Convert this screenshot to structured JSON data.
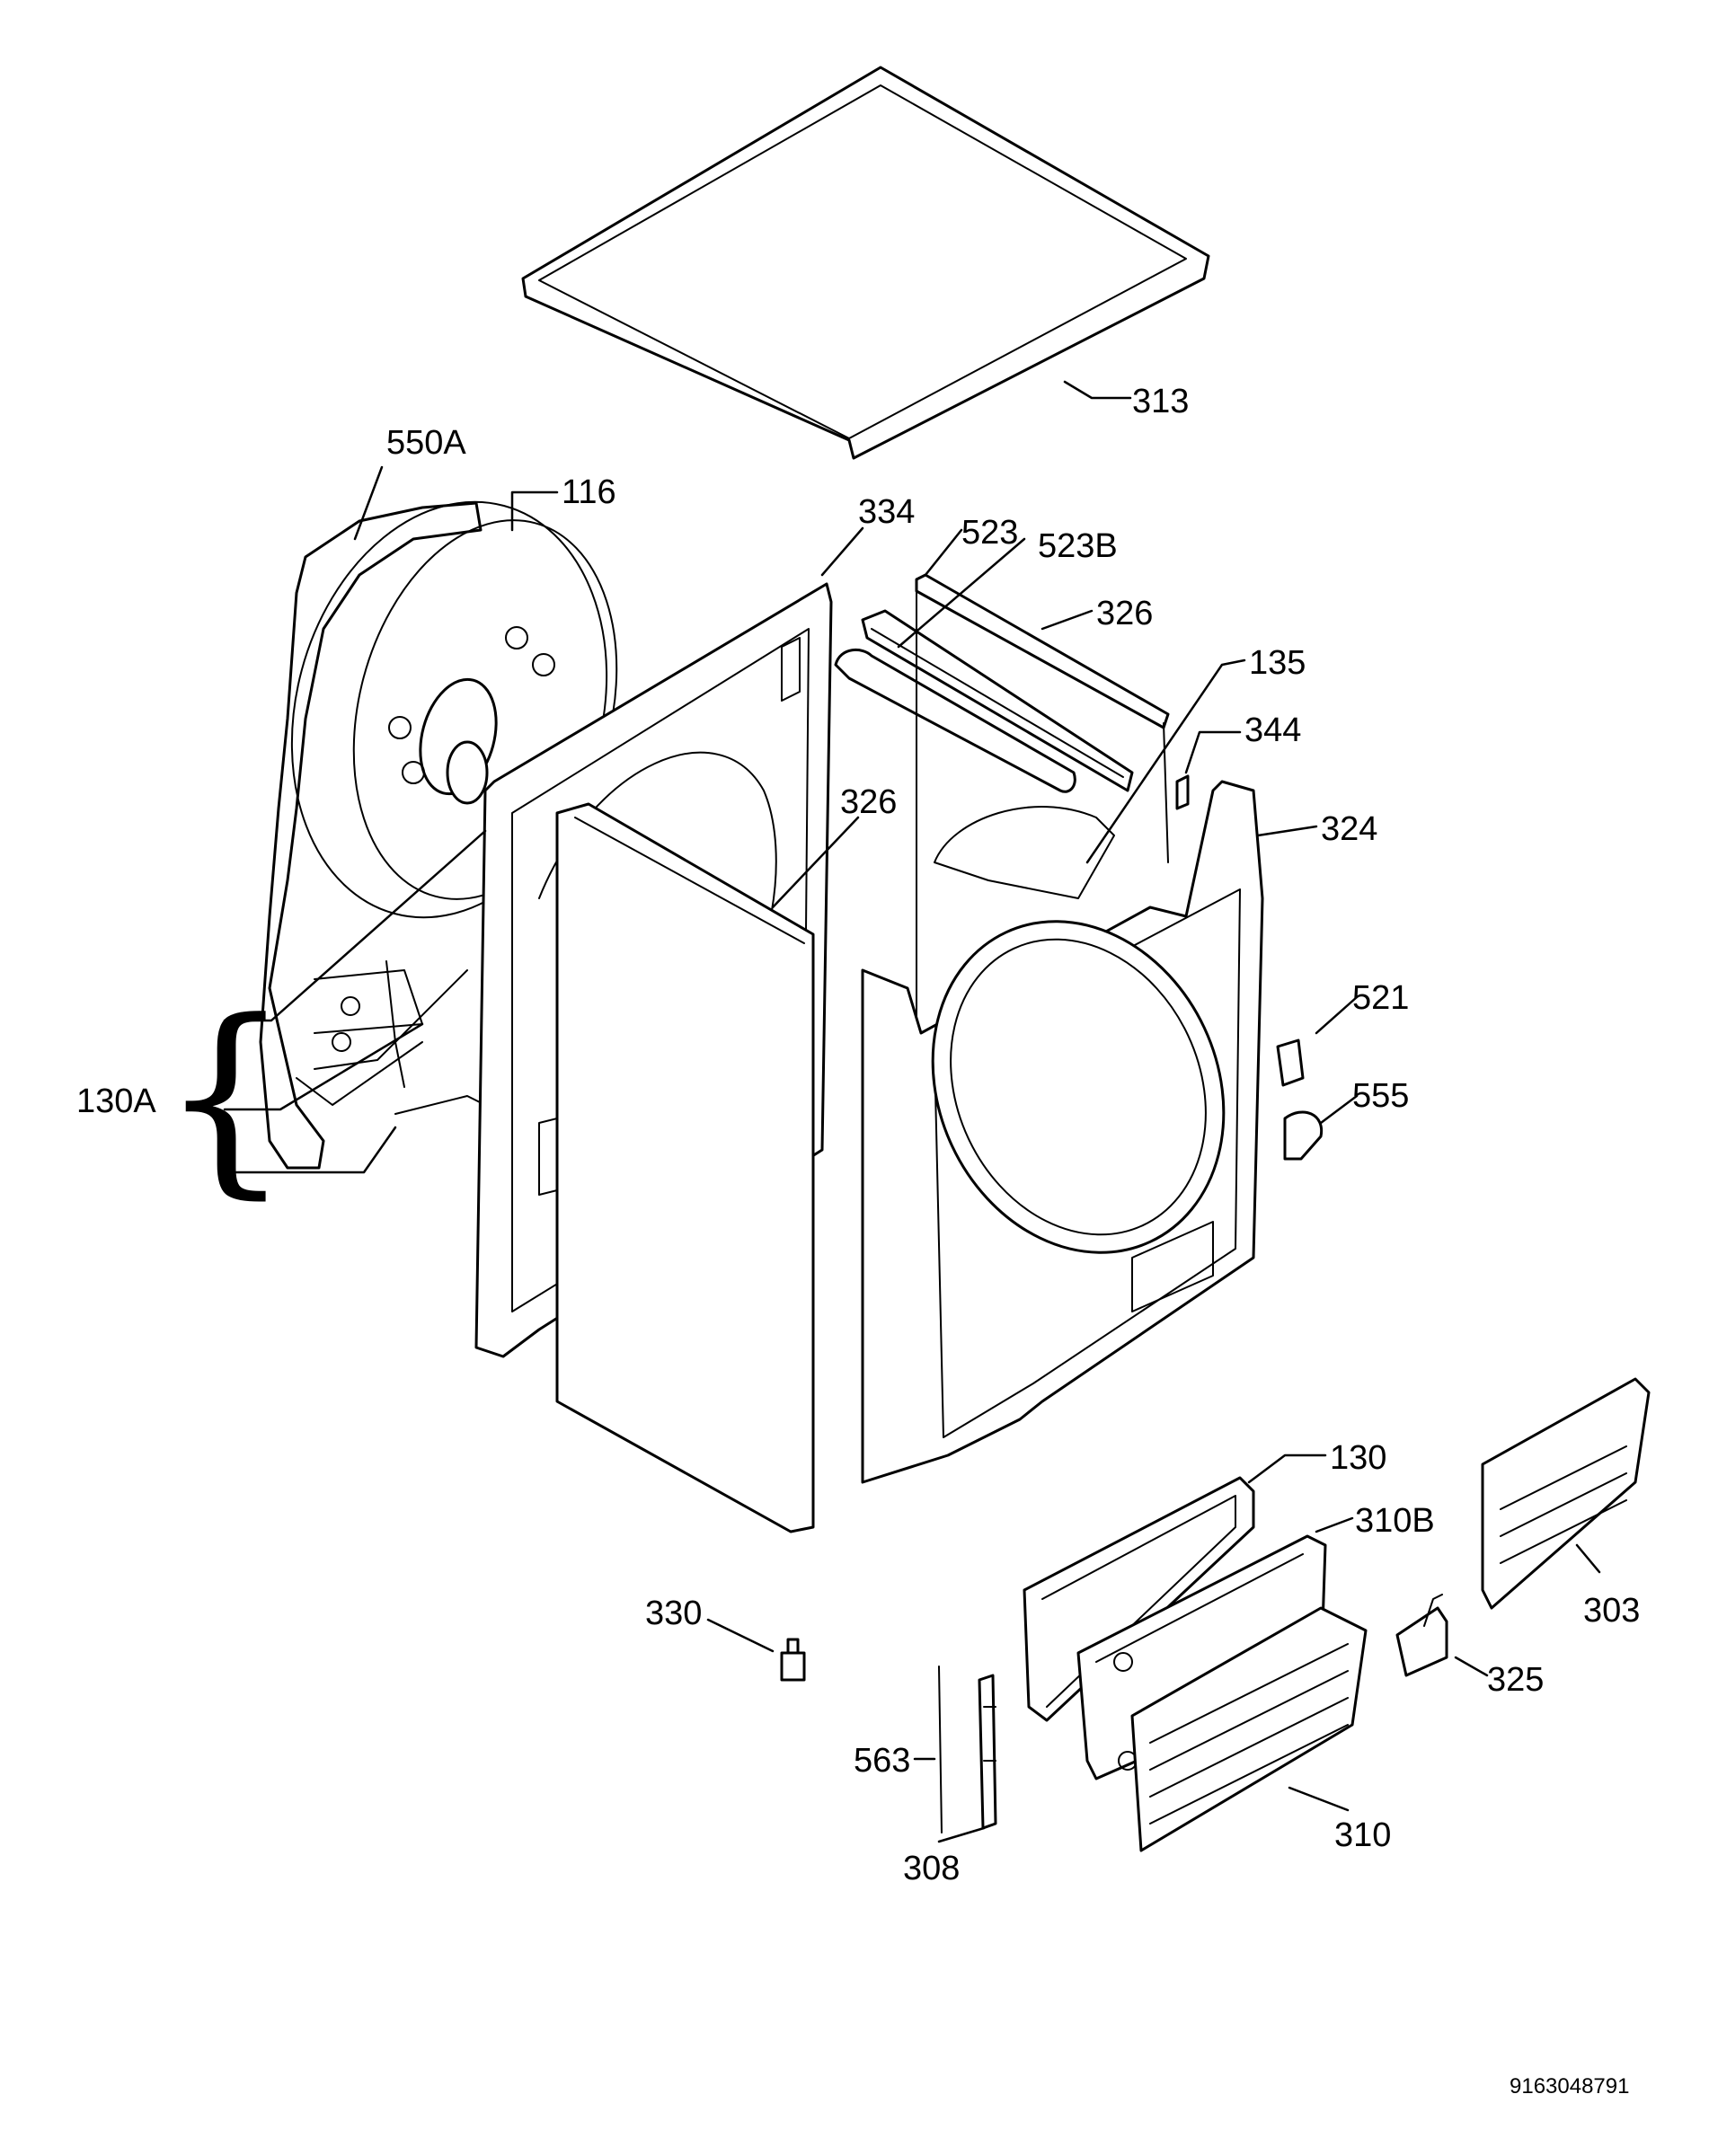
{
  "callouts": {
    "c313": "313",
    "c550a": "550A",
    "c116": "116",
    "c334": "334",
    "c523": "523",
    "c523b": "523B",
    "c326_top": "326",
    "c135": "135",
    "c344": "344",
    "c324": "324",
    "c326_mid": "326",
    "c521": "521",
    "c555": "555",
    "c130a": "130A",
    "c130": "130",
    "c310b": "310B",
    "c303": "303",
    "c330": "330",
    "c325": "325",
    "c563": "563",
    "c310": "310",
    "c308": "308"
  },
  "document_number": "9163048791"
}
